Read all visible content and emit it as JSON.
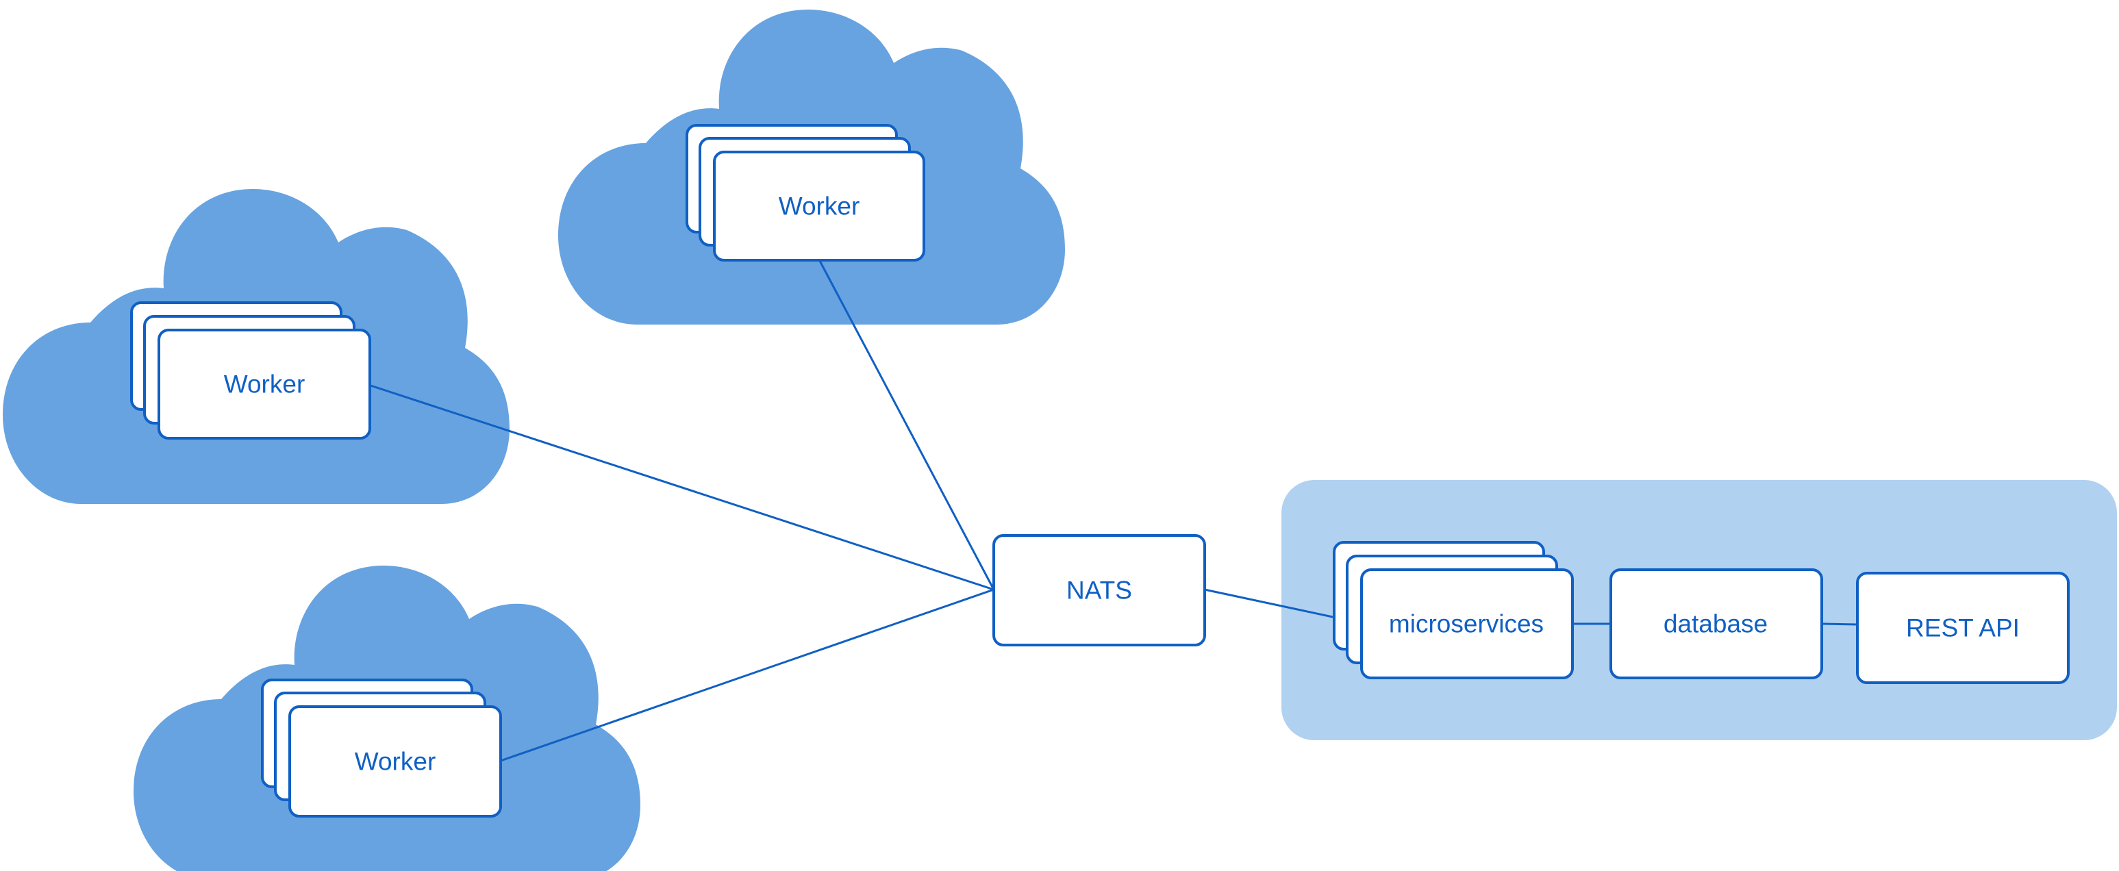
{
  "colors": {
    "cloud": "#67a3e0",
    "panel": "#b1d1f1",
    "stroke": "#1060c4",
    "text": "#1060c4",
    "card_fill": "#ffffff"
  },
  "clouds": [
    {
      "id": "cloud-top",
      "worker_label": "Worker"
    },
    {
      "id": "cloud-left",
      "worker_label": "Worker"
    },
    {
      "id": "cloud-bottom",
      "worker_label": "Worker"
    }
  ],
  "hub": {
    "label": "NATS"
  },
  "backend": {
    "microservices_label": "microservices",
    "database_label": "database",
    "rest_api_label": "REST API"
  },
  "links": [
    {
      "from": "worker-left",
      "to": "nats"
    },
    {
      "from": "worker-top",
      "to": "nats"
    },
    {
      "from": "worker-bottom",
      "to": "nats"
    },
    {
      "from": "nats",
      "to": "microservices"
    },
    {
      "from": "microservices",
      "to": "database"
    },
    {
      "from": "database",
      "to": "rest-api"
    }
  ]
}
